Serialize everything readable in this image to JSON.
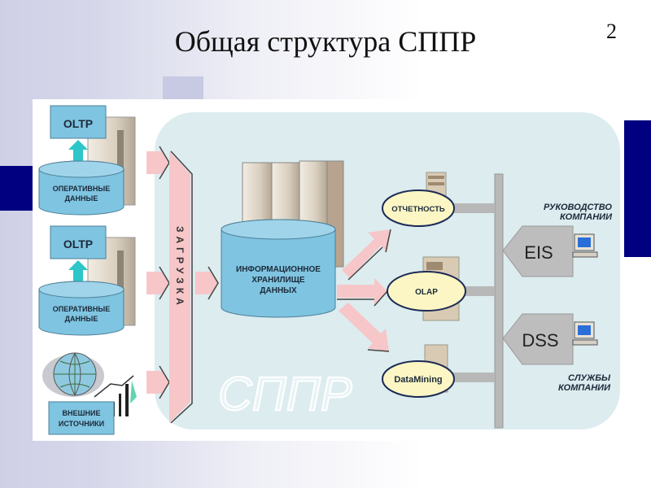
{
  "slide": {
    "title": "Общая структура СППР",
    "page_number": "2"
  },
  "diagram": {
    "sources": [
      {
        "system": "OLTP",
        "store_line1": "ОПЕРАТИВНЫЕ",
        "store_line2": "ДАННЫЕ"
      },
      {
        "system": "OLTP",
        "store_line1": "ОПЕРАТИВНЫЕ",
        "store_line2": "ДАННЫЕ"
      }
    ],
    "external": {
      "line1": "ВНЕШНИЕ",
      "line2": "ИСТОЧНИКИ"
    },
    "load_bar": "ЗАГРУЗКА",
    "warehouse": {
      "line1": "ИНФОРМАЦИОННОЕ",
      "line2": "ХРАНИЛИЩЕ",
      "line3": "ДАННЫХ"
    },
    "watermark": "СППР",
    "tools": [
      "ОТЧЕТНОСТЬ",
      "OLAP",
      "DataMining"
    ],
    "consumers": [
      {
        "label": "EIS",
        "group_line1": "РУКОВОДСТВО",
        "group_line2": "КОМПАНИИ"
      },
      {
        "label": "DSS",
        "group_line1": "СЛУЖБЫ",
        "group_line2": "КОМПАНИИ"
      }
    ]
  },
  "colors": {
    "navy_accent": "#000080",
    "panel_bg": "#dcecef",
    "cylinder_blue": "#7fc4e0",
    "arrow_pink": "#f7c6c8",
    "oval_yellow": "#fbf6c4",
    "bus_gray": "#b8b8b8"
  }
}
